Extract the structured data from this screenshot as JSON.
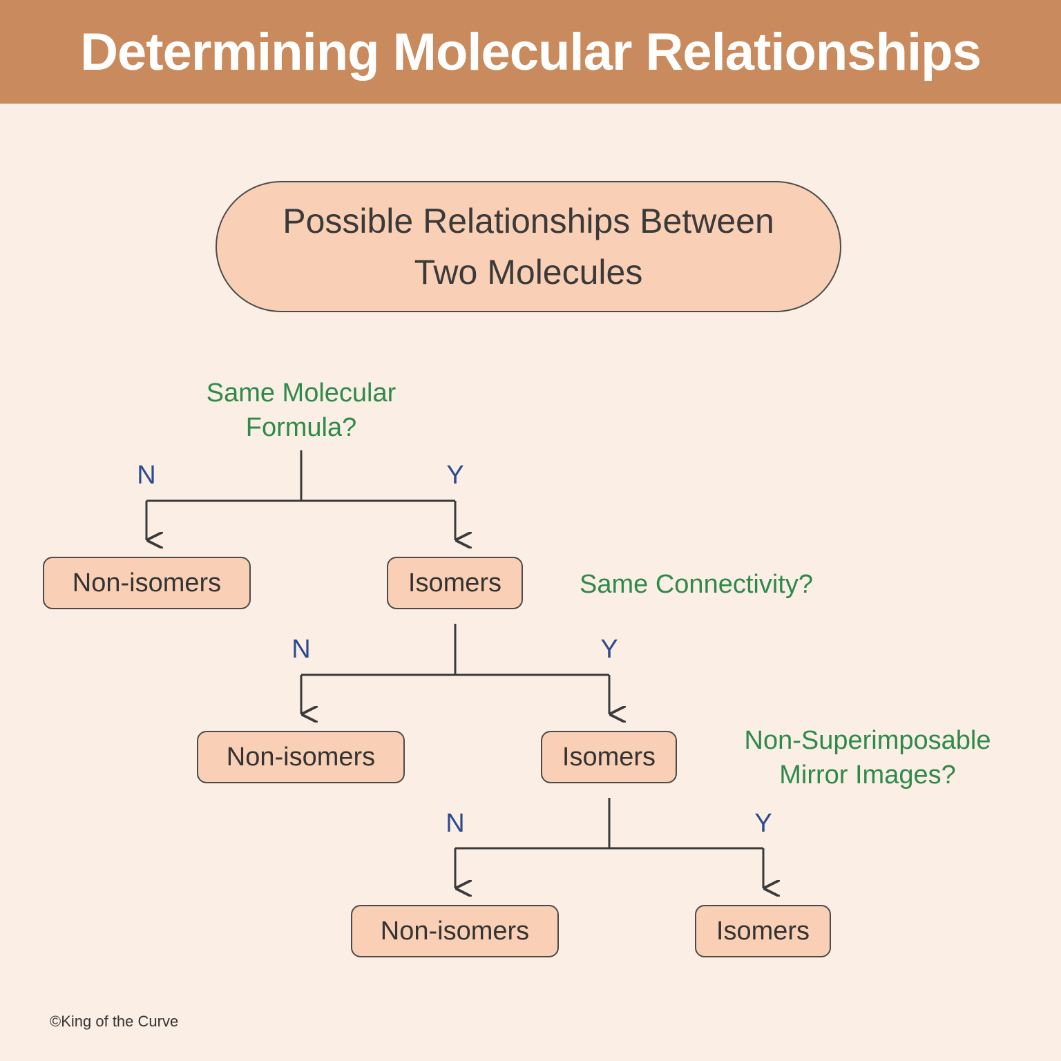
{
  "header": {
    "title": "Determining Molecular Relationships"
  },
  "start": {
    "line1": "Possible Relationships Between",
    "line2": "Two Molecules"
  },
  "questions": [
    {
      "line1": "Same Molecular",
      "line2": "Formula?"
    },
    {
      "line1": "Same Connectivity?",
      "line2": ""
    },
    {
      "line1": "Non-Superimposable",
      "line2": "Mirror Images?"
    }
  ],
  "branches": {
    "no": "N",
    "yes": "Y"
  },
  "levels": [
    {
      "no_box": "Non-isomers",
      "yes_box": "Isomers"
    },
    {
      "no_box": "Non-isomers",
      "yes_box": "Isomers"
    },
    {
      "no_box": "Non-isomers",
      "yes_box": "Isomers"
    }
  ],
  "footer": {
    "copyright": "©King of the Curve"
  },
  "colors": {
    "header_bg": "#c98b5d",
    "page_bg": "#fbeee4",
    "box_fill": "#f9d0b5",
    "question_text": "#2e8a4a",
    "branch_letter": "#2d4a8f",
    "line": "#3a3a3a"
  }
}
